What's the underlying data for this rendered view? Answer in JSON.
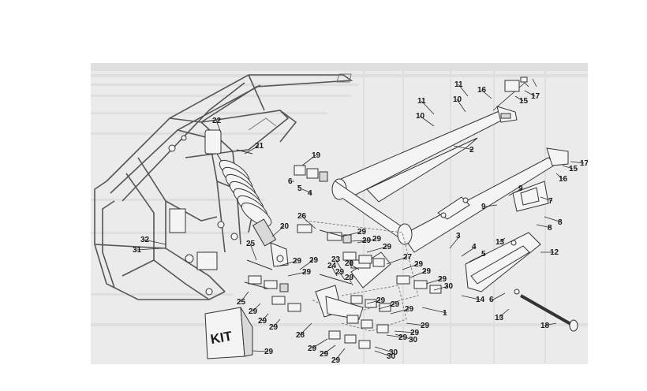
{
  "kit_label": "KIT",
  "callouts": [
    {
      "id": "c1",
      "text": "1",
      "part": "swingarm-assembly"
    },
    {
      "id": "c2",
      "text": "2",
      "part": "swingarm"
    },
    {
      "id": "c3",
      "text": "3",
      "part": "swingarm-pivot-tube"
    },
    {
      "id": "c4a",
      "text": "4",
      "part": "spacer"
    },
    {
      "id": "c4b",
      "text": "4",
      "part": "spacer"
    },
    {
      "id": "c5a",
      "text": "5",
      "part": "bush"
    },
    {
      "id": "c5b",
      "text": "5",
      "part": "bush"
    },
    {
      "id": "c6a",
      "text": "6",
      "part": "washer"
    },
    {
      "id": "c6b",
      "text": "6",
      "part": "washer"
    },
    {
      "id": "c7",
      "text": "7",
      "part": "chain-guide"
    },
    {
      "id": "c8a",
      "text": "8",
      "part": "screw"
    },
    {
      "id": "c8b",
      "text": "8",
      "part": "screw"
    },
    {
      "id": "c9a",
      "text": "9",
      "part": "nut"
    },
    {
      "id": "c9b",
      "text": "9",
      "part": "nut"
    },
    {
      "id": "c10a",
      "text": "10",
      "part": "clip"
    },
    {
      "id": "c10b",
      "text": "10",
      "part": "clip"
    },
    {
      "id": "c11a",
      "text": "11",
      "part": "screw"
    },
    {
      "id": "c11b",
      "text": "11",
      "part": "screw"
    },
    {
      "id": "c12",
      "text": "12",
      "part": "chain-slider"
    },
    {
      "id": "c13a",
      "text": "13",
      "part": "screw"
    },
    {
      "id": "c13b",
      "text": "13",
      "part": "screw"
    },
    {
      "id": "c14",
      "text": "14",
      "part": "screw"
    },
    {
      "id": "c15a",
      "text": "15",
      "part": "washer"
    },
    {
      "id": "c15b",
      "text": "15",
      "part": "washer"
    },
    {
      "id": "c16a",
      "text": "16",
      "part": "nut"
    },
    {
      "id": "c16b",
      "text": "16",
      "part": "nut"
    },
    {
      "id": "c17a",
      "text": "17",
      "part": "chain-adjuster"
    },
    {
      "id": "c17b",
      "text": "17",
      "part": "chain-adjuster"
    },
    {
      "id": "c18",
      "text": "18",
      "part": "pivot-spindle"
    },
    {
      "id": "c19",
      "text": "19",
      "part": "bearing"
    },
    {
      "id": "c20",
      "text": "20",
      "part": "rear-shock-absorber"
    },
    {
      "id": "c21",
      "text": "21",
      "part": "shock-top-bolt"
    },
    {
      "id": "c22",
      "text": "22",
      "part": "shock-top-mount"
    },
    {
      "id": "c23",
      "text": "23",
      "part": "bolt"
    },
    {
      "id": "c24",
      "text": "24",
      "part": "bolt"
    },
    {
      "id": "c25a",
      "text": "25",
      "part": "bolt"
    },
    {
      "id": "c25b",
      "text": "25",
      "part": "bolt"
    },
    {
      "id": "c26",
      "text": "26",
      "part": "bolt"
    },
    {
      "id": "c27",
      "text": "27",
      "part": "linkage-rocker"
    },
    {
      "id": "c28",
      "text": "28",
      "part": "linkage-lever"
    },
    {
      "id": "c29-1",
      "text": "29",
      "part": "bearing"
    },
    {
      "id": "c29-2",
      "text": "29",
      "part": "bearing"
    },
    {
      "id": "c29-3",
      "text": "29",
      "part": "bearing"
    },
    {
      "id": "c29-4",
      "text": "29",
      "part": "bearing"
    },
    {
      "id": "c29-5",
      "text": "29",
      "part": "bearing"
    },
    {
      "id": "c29-6",
      "text": "29",
      "part": "bearing"
    },
    {
      "id": "c29-7",
      "text": "29",
      "part": "bearing"
    },
    {
      "id": "c29-8",
      "text": "29",
      "part": "bearing"
    },
    {
      "id": "c29-9",
      "text": "29",
      "part": "bearing"
    },
    {
      "id": "c29-10",
      "text": "29",
      "part": "bearing"
    },
    {
      "id": "c29-11",
      "text": "29",
      "part": "bearing"
    },
    {
      "id": "c29-12",
      "text": "29",
      "part": "bearing"
    },
    {
      "id": "c29-13",
      "text": "29",
      "part": "bearing"
    },
    {
      "id": "c29-14",
      "text": "29",
      "part": "bearing"
    },
    {
      "id": "c29-15",
      "text": "29",
      "part": "bearing"
    },
    {
      "id": "c29-16",
      "text": "29",
      "part": "bearing"
    },
    {
      "id": "c29-17",
      "text": "29",
      "part": "bearing"
    },
    {
      "id": "c29-18",
      "text": "29",
      "part": "bearing"
    },
    {
      "id": "c29-19",
      "text": "29",
      "part": "bearing"
    },
    {
      "id": "c29-20",
      "text": "29",
      "part": "bearing"
    },
    {
      "id": "c29-21",
      "text": "29",
      "part": "bearing"
    },
    {
      "id": "c29-22",
      "text": "29",
      "part": "bearing"
    },
    {
      "id": "c29-23",
      "text": "29",
      "part": "bearing"
    },
    {
      "id": "c29-24",
      "text": "29",
      "part": "bearing"
    },
    {
      "id": "c29-25",
      "text": "29",
      "part": "bearing"
    },
    {
      "id": "c29-26",
      "text": "29",
      "part": "bearing-kit"
    },
    {
      "id": "c30a",
      "text": "30",
      "part": "seal"
    },
    {
      "id": "c30b",
      "text": "30",
      "part": "seal"
    },
    {
      "id": "c30c",
      "text": "30",
      "part": "seal"
    },
    {
      "id": "c30d",
      "text": "30",
      "part": "seal"
    },
    {
      "id": "c31",
      "text": "31",
      "part": "washer"
    },
    {
      "id": "c32",
      "text": "32",
      "part": "screw"
    }
  ]
}
